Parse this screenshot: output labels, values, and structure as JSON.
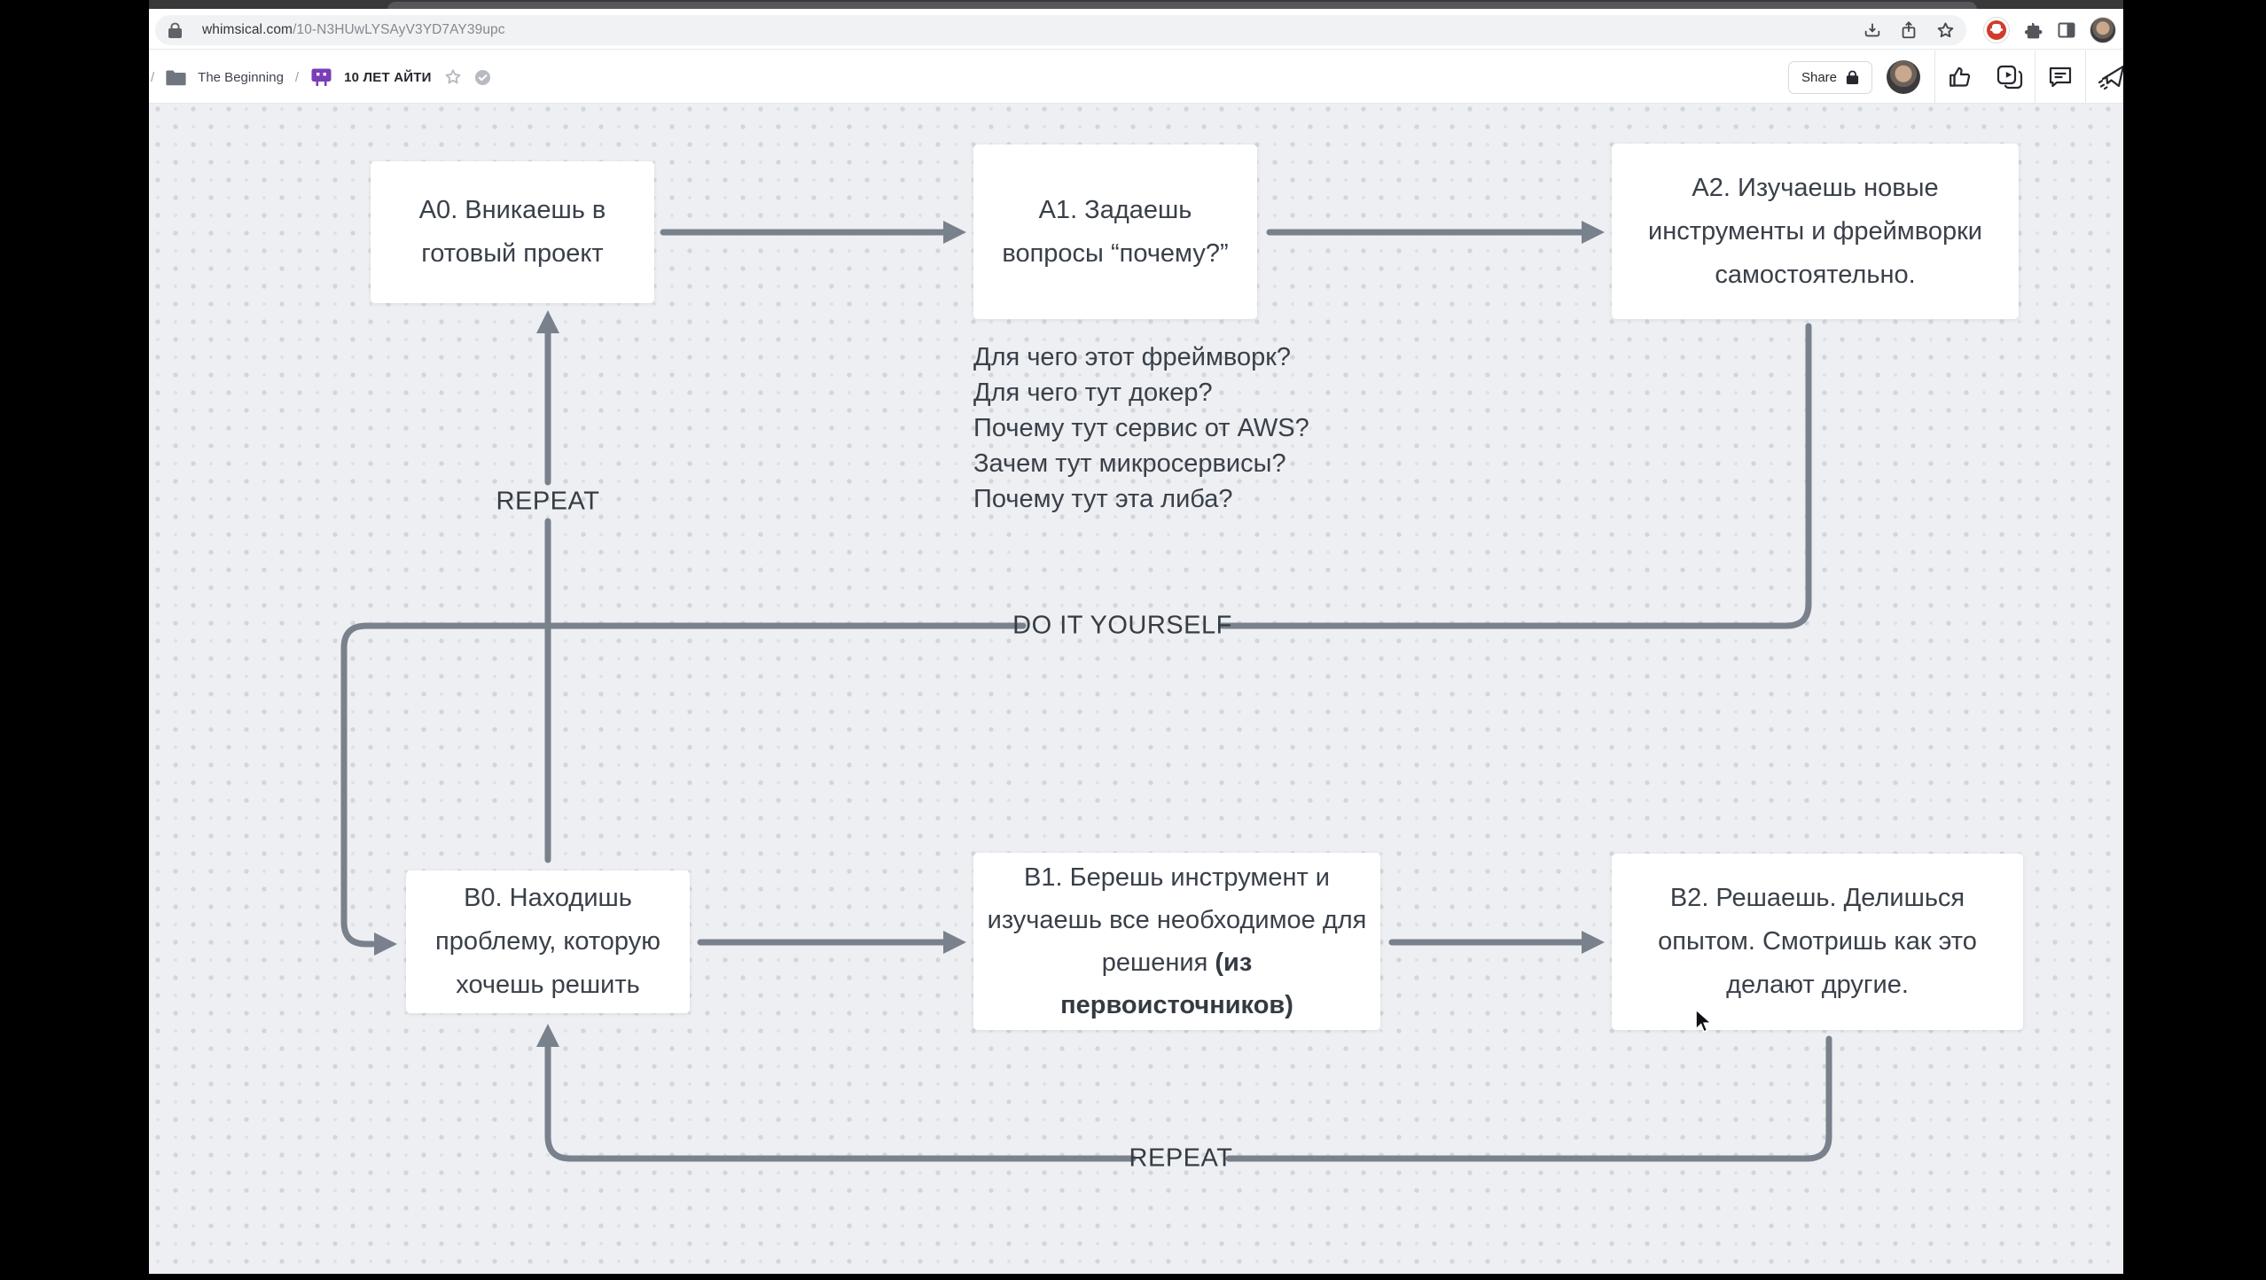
{
  "browser": {
    "url": {
      "domain": "whimsical.com",
      "path": "/10-N3HUwLYSAyV3YD7AY39upc"
    }
  },
  "header": {
    "breadcrumb": {
      "sep": "/",
      "folder_label": "The Beginning",
      "board_title": "10 ЛЕТ АЙТИ"
    },
    "share_label": "Share"
  },
  "diagram": {
    "nodes": {
      "a0": {
        "text": "A0. Вникаешь в готовый проект"
      },
      "a1": {
        "text": "A1. Задаешь вопросы “почему?”"
      },
      "a2": {
        "text": "A2. Изучаешь новые инструменты и фреймворки самостоятельно."
      },
      "b0": {
        "text": "B0. Находишь проблему, которую хочешь решить"
      },
      "b1": {
        "text_regular": "B1. Берешь инструмент и изучаешь все необходимое для решения ",
        "text_bold": "(из первоисточников)"
      },
      "b2": {
        "text": "B2. Решаешь. Делишься опытом. Смотришь как это делают другие."
      }
    },
    "notes": {
      "questions": [
        "Для чего этот фреймворк?",
        "Для чего тут докер?",
        "Почему тут сервис от AWS?",
        "Зачем тут микросервисы?",
        "Почему тут эта либа?"
      ]
    },
    "labels": {
      "repeat_left": "REPEAT",
      "diy": "DO IT YOURSELF",
      "repeat_bottom": "REPEAT"
    },
    "colors": {
      "connector": "#79818c",
      "node_text": "#3a4049",
      "node_bg": "#ffffff",
      "canvas_bg": "#edeff2",
      "accent_purple": "#7a3db8",
      "adblock_red": "#d23b2c"
    }
  }
}
